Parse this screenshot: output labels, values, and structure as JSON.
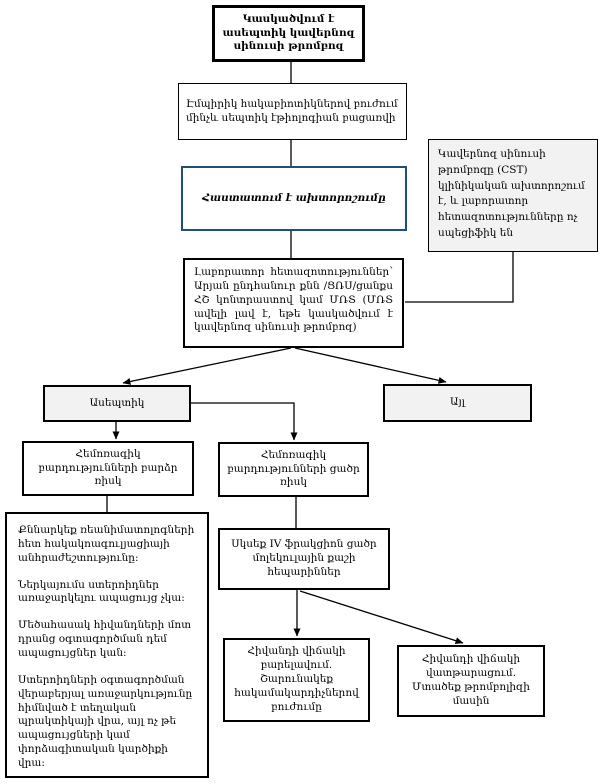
{
  "diagram": {
    "language": "Armenian",
    "type": "clinical-flowchart",
    "colors": {
      "confirm_box_border": "#1F4E79",
      "shaded_box_fill": "#F2F2F2",
      "line_and_border": "#000000"
    },
    "nodes": {
      "suspect_box": "Կասկածվում է ասեպտիկ կավերնոզ սինուսի թրոմբոզ",
      "empiric_box": "Էմպիրիկ հակաբիոտիկներով բուժում մինչև սեպտիկ էթիոլոգիան բացառվի",
      "cst_note_box": "Կավերնոզ սինուսի թրոմբոզը (CST) կլինիկական ախտորոշում է, և լաբորատոր հետազոտությունները ոչ սպեցիֆիկ են",
      "confirm_box": "Հաստատում է ախտորոշումը",
      "lab_box": "Լաբորատոր հետազոտություններ՝ Արյան ընդհանուր քնն /ՑՌՍ/ցանքս ՀՇ կոնտրաստով կամ ՄՌՏ (ՄՌՏ ավելի լավ է, եթե կասկածվում է կավերնոզ սինուսի թրոմբոզ)",
      "branch_aseptic": "Ասեպտիկ",
      "branch_other": "Այլ",
      "high_risk_box": "Հեմոռագիկ բարդությունների բարձր ռիսկ",
      "low_risk_box": "Հեմոռագիկ բարդությունների ցածր ռիսկ",
      "guidance_box": {
        "paragraphs": [
          "Քննարկեք ռեանիմատոլոգների հետ հակակոագուլյացիայի անհրաժեշտությունը:",
          "Ներկայումս ստերոիդներ առաջարկելու ապացույց չկա:",
          "Մեծահասակ հիվանդների մոտ դրանց օգտագործման դեմ ապացույցներ կան:",
          "Ստերոիդների օգտագործման վերաբերյալ առաջարկությունը հիմնված է տեղական պրակտիկայի վրա, այլ ոչ թե ապացույցների կամ փորձագիտական կարծիքի վրա:"
        ]
      },
      "heparin_box": "Սկսեք IV ֆրակցիոն ցածր մոլեկուլային քաշի հեպարիններ",
      "improvement_box": "Հիվանդի վիճակի բարելավում. Շարունակեք հակամակարդիչներով բուժումը",
      "deterioration_box": "Հիվանդի վիճակի վատթարացում. Մտածեք թրոմբոլիզի մասին"
    }
  }
}
